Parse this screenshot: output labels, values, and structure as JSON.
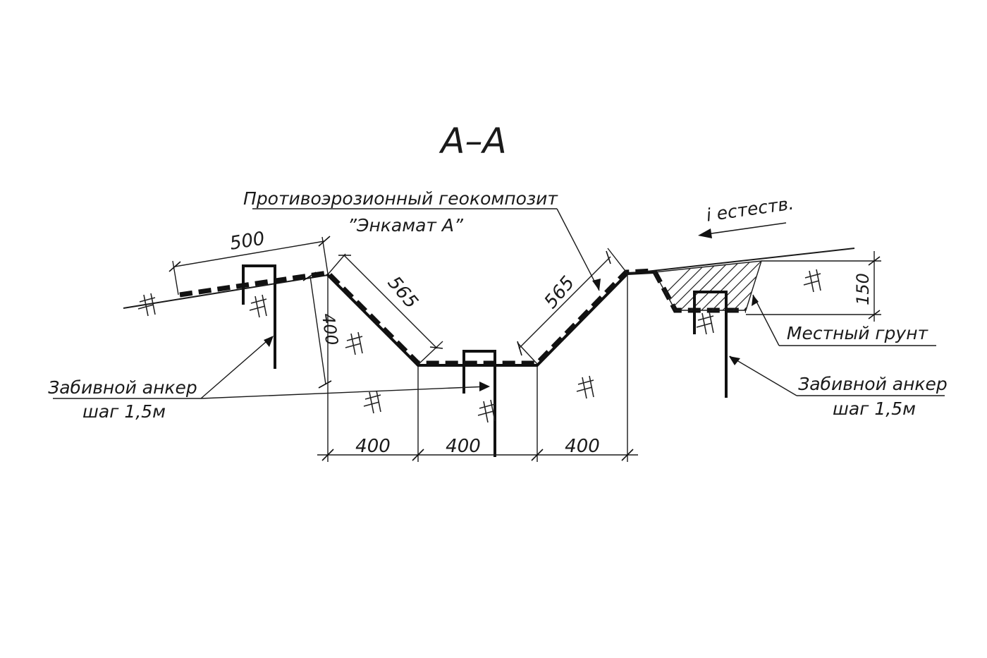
{
  "section_title": "А–А",
  "geocomposite_label": {
    "line1": "Противоэрозионный геокомпозит",
    "line2": "”Энкамат А”"
  },
  "slope_label": "i естеств.",
  "local_soil_label": "Местный грунт",
  "anchor_left": {
    "line1": "Забивной анкер",
    "line2": "шаг 1,5м"
  },
  "anchor_right": {
    "line1": "Забивной анкер",
    "line2": "шаг 1,5м"
  },
  "dimensions": {
    "top_left_width": "500",
    "left_slope": "565",
    "right_slope": "565",
    "depth": "400",
    "ditch_depth": "150",
    "bottom_left": "400",
    "bottom_mid": "400",
    "bottom_right": "400"
  }
}
